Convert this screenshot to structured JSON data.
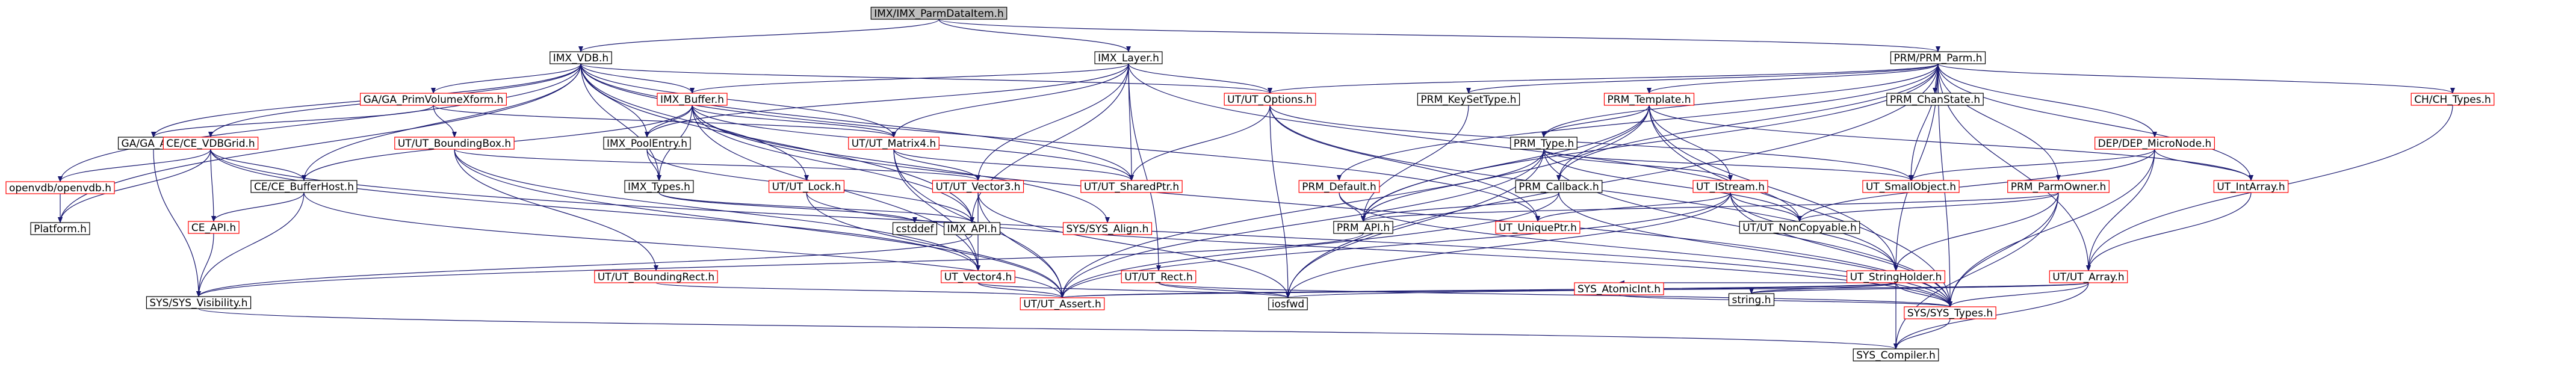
{
  "colors": {
    "root_fill": "#bfbfbf",
    "fill": "#ffffff",
    "border_documented": "#000000",
    "border_undocumented": "#ff0000",
    "text": "#000000",
    "edge": "#191970"
  },
  "nodes": [
    {
      "id": "root",
      "label": "IMX/IMX_ParmDataItem.h",
      "type": "root"
    },
    {
      "id": "vdb",
      "label": "IMX_VDB.h",
      "type": "doc"
    },
    {
      "id": "layer",
      "label": "IMX_Layer.h",
      "type": "doc"
    },
    {
      "id": "prm",
      "label": "PRM/PRM_Parm.h",
      "type": "doc"
    },
    {
      "id": "gavol",
      "label": "GA/GA_PrimVolumeXform.h",
      "type": "undoc"
    },
    {
      "id": "imxbuf",
      "label": "IMX_Buffer.h",
      "type": "undoc"
    },
    {
      "id": "utopt",
      "label": "UT/UT_Options.h",
      "type": "undoc"
    },
    {
      "id": "prmkey",
      "label": "PRM_KeySetType.h",
      "type": "doc"
    },
    {
      "id": "prmtpl",
      "label": "PRM_Template.h",
      "type": "undoc"
    },
    {
      "id": "prmchan",
      "label": "PRM_ChanState.h",
      "type": "doc"
    },
    {
      "id": "chtypes",
      "label": "CH/CH_Types.h",
      "type": "undoc"
    },
    {
      "id": "gaapi",
      "label": "GA/GA_API.h",
      "type": "doc"
    },
    {
      "id": "cevdb",
      "label": "CE/CE_VDBGrid.h",
      "type": "undoc"
    },
    {
      "id": "utbbox",
      "label": "UT/UT_BoundingBox.h",
      "type": "undoc"
    },
    {
      "id": "pool",
      "label": "IMX_PoolEntry.h",
      "type": "doc"
    },
    {
      "id": "utmat",
      "label": "UT/UT_Matrix4.h",
      "type": "undoc"
    },
    {
      "id": "prmtype",
      "label": "PRM_Type.h",
      "type": "doc"
    },
    {
      "id": "depmicro",
      "label": "DEP/DEP_MicroNode.h",
      "type": "undoc"
    },
    {
      "id": "cebufh",
      "label": "CE/CE_BufferHost.h",
      "type": "doc"
    },
    {
      "id": "openvdb",
      "label": "openvdb/openvdb.h",
      "type": "undoc"
    },
    {
      "id": "imxtypes",
      "label": "IMX_Types.h",
      "type": "doc"
    },
    {
      "id": "utlock",
      "label": "UT/UT_Lock.h",
      "type": "undoc"
    },
    {
      "id": "utvec3",
      "label": "UT/UT_Vector3.h",
      "type": "undoc"
    },
    {
      "id": "utshared",
      "label": "UT/UT_SharedPtr.h",
      "type": "undoc"
    },
    {
      "id": "prmdef",
      "label": "PRM_Default.h",
      "type": "undoc"
    },
    {
      "id": "prmcb",
      "label": "PRM_Callback.h",
      "type": "doc"
    },
    {
      "id": "utistream",
      "label": "UT_IStream.h",
      "type": "undoc"
    },
    {
      "id": "utsmall",
      "label": "UT_SmallObject.h",
      "type": "undoc"
    },
    {
      "id": "prmowner",
      "label": "PRM_ParmOwner.h",
      "type": "undoc"
    },
    {
      "id": "utintarr",
      "label": "UT_IntArray.h",
      "type": "undoc"
    },
    {
      "id": "platform",
      "label": "Platform.h",
      "type": "doc"
    },
    {
      "id": "ceapi",
      "label": "CE_API.h",
      "type": "undoc"
    },
    {
      "id": "sysalign",
      "label": "SYS/SYS_Align.h",
      "type": "undoc"
    },
    {
      "id": "cstddef",
      "label": "cstddef",
      "type": "doc"
    },
    {
      "id": "imxapi",
      "label": "IMX_API.h",
      "type": "doc"
    },
    {
      "id": "utvec4",
      "label": "UT_Vector4.h",
      "type": "undoc"
    },
    {
      "id": "utrect",
      "label": "UT/UT_Rect.h",
      "type": "undoc"
    },
    {
      "id": "prmapi",
      "label": "PRM_API.h",
      "type": "doc"
    },
    {
      "id": "utunique",
      "label": "UT_UniquePtr.h",
      "type": "undoc"
    },
    {
      "id": "utnoncopy",
      "label": "UT/UT_NonCopyable.h",
      "type": "doc"
    },
    {
      "id": "utstrh",
      "label": "UT_StringHolder.h",
      "type": "undoc"
    },
    {
      "id": "utarray",
      "label": "UT/UT_Array.h",
      "type": "undoc"
    },
    {
      "id": "utbrect",
      "label": "UT/UT_BoundingRect.h",
      "type": "undoc"
    },
    {
      "id": "sysvis",
      "label": "SYS/SYS_Visibility.h",
      "type": "doc"
    },
    {
      "id": "utassert",
      "label": "UT/UT_Assert.h",
      "type": "undoc"
    },
    {
      "id": "iosfwd",
      "label": "iosfwd",
      "type": "doc"
    },
    {
      "id": "sysatomic",
      "label": "SYS_AtomicInt.h",
      "type": "undoc"
    },
    {
      "id": "stringh",
      "label": "string.h",
      "type": "doc"
    },
    {
      "id": "systypes",
      "label": "SYS/SYS_Types.h",
      "type": "undoc"
    },
    {
      "id": "syscomp",
      "label": "SYS_Compiler.h",
      "type": "doc"
    }
  ],
  "edges": [
    [
      "root",
      "vdb"
    ],
    [
      "root",
      "layer"
    ],
    [
      "root",
      "prm"
    ],
    [
      "vdb",
      "gavol"
    ],
    [
      "vdb",
      "imxbuf"
    ],
    [
      "vdb",
      "utopt"
    ],
    [
      "vdb",
      "cevdb"
    ],
    [
      "vdb",
      "gaapi"
    ],
    [
      "vdb",
      "pool"
    ],
    [
      "vdb",
      "utmat"
    ],
    [
      "vdb",
      "utlock"
    ],
    [
      "vdb",
      "openvdb"
    ],
    [
      "vdb",
      "imxtypes"
    ],
    [
      "vdb",
      "utshared"
    ],
    [
      "vdb",
      "imxapi"
    ],
    [
      "vdb",
      "platform"
    ],
    [
      "vdb",
      "cebufh"
    ],
    [
      "vdb",
      "utunique"
    ],
    [
      "layer",
      "imxbuf"
    ],
    [
      "layer",
      "utopt"
    ],
    [
      "layer",
      "utmat"
    ],
    [
      "layer",
      "utvec3"
    ],
    [
      "layer",
      "utshared"
    ],
    [
      "layer",
      "utrect"
    ],
    [
      "layer",
      "imxapi"
    ],
    [
      "layer",
      "utnoncopy"
    ],
    [
      "layer",
      "pool"
    ],
    [
      "prm",
      "prmkey"
    ],
    [
      "prm",
      "prmtpl"
    ],
    [
      "prm",
      "prmchan"
    ],
    [
      "prm",
      "chtypes"
    ],
    [
      "prm",
      "depmicro"
    ],
    [
      "prm",
      "prmtype"
    ],
    [
      "prm",
      "prmdef"
    ],
    [
      "prm",
      "prmowner"
    ],
    [
      "prm",
      "utopt"
    ],
    [
      "prm",
      "prmapi"
    ],
    [
      "prm",
      "utsmall"
    ],
    [
      "prm",
      "utintarr"
    ],
    [
      "prm",
      "utstrh"
    ],
    [
      "prm",
      "utarray"
    ],
    [
      "prm",
      "systypes"
    ],
    [
      "prm",
      "iosfwd"
    ],
    [
      "prm",
      "prmcb"
    ],
    [
      "gavol",
      "gaapi"
    ],
    [
      "gavol",
      "utbbox"
    ],
    [
      "gavol",
      "utmat"
    ],
    [
      "imxbuf",
      "pool"
    ],
    [
      "imxbuf",
      "imxtypes"
    ],
    [
      "imxbuf",
      "cebufh"
    ],
    [
      "imxbuf",
      "utmat"
    ],
    [
      "imxbuf",
      "utshared"
    ],
    [
      "imxbuf",
      "utvec4"
    ],
    [
      "imxbuf",
      "sysalign"
    ],
    [
      "imxbuf",
      "imxapi"
    ],
    [
      "imxbuf",
      "systypes"
    ],
    [
      "utopt",
      "utshared"
    ],
    [
      "utopt",
      "utstrh"
    ],
    [
      "utopt",
      "iosfwd"
    ],
    [
      "utopt",
      "utsmall"
    ],
    [
      "utopt",
      "utunique"
    ],
    [
      "prmkey",
      "prmapi"
    ],
    [
      "prmtpl",
      "prmtype"
    ],
    [
      "prmtpl",
      "prmcb"
    ],
    [
      "prmtpl",
      "prmapi"
    ],
    [
      "prmtpl",
      "utistream"
    ],
    [
      "prmtpl",
      "utassert"
    ],
    [
      "prmtpl",
      "systypes"
    ],
    [
      "prmtpl",
      "utintarr"
    ],
    [
      "prmtpl",
      "utstrh"
    ],
    [
      "chtypes",
      "utarray"
    ],
    [
      "gaapi",
      "sysvis"
    ],
    [
      "cevdb",
      "openvdb"
    ],
    [
      "cevdb",
      "cebufh"
    ],
    [
      "cevdb",
      "ceapi"
    ],
    [
      "cevdb",
      "platform"
    ],
    [
      "cevdb",
      "utvec4"
    ],
    [
      "cevdb",
      "systypes"
    ],
    [
      "utbbox",
      "utvec3"
    ],
    [
      "utbbox",
      "utbrect"
    ],
    [
      "utbbox",
      "utassert"
    ],
    [
      "utbbox",
      "utvec4"
    ],
    [
      "pool",
      "imxtypes"
    ],
    [
      "pool",
      "imxapi"
    ],
    [
      "utmat",
      "utvec3"
    ],
    [
      "utmat",
      "utvec4"
    ],
    [
      "utmat",
      "utassert"
    ],
    [
      "utmat",
      "utshared"
    ],
    [
      "prmtype",
      "prmapi"
    ],
    [
      "prmtype",
      "utistream"
    ],
    [
      "prmtype",
      "systypes"
    ],
    [
      "prmtype",
      "utassert"
    ],
    [
      "prmtype",
      "iosfwd"
    ],
    [
      "prmtype",
      "utsmall"
    ],
    [
      "prmtype",
      "utnoncopy"
    ],
    [
      "depmicro",
      "utsmall"
    ],
    [
      "depmicro",
      "utintarr"
    ],
    [
      "depmicro",
      "utnoncopy"
    ],
    [
      "depmicro",
      "utarray"
    ],
    [
      "depmicro",
      "systypes"
    ],
    [
      "cebufh",
      "ceapi"
    ],
    [
      "cebufh",
      "sysvis"
    ],
    [
      "cebufh",
      "utassert"
    ],
    [
      "openvdb",
      "platform"
    ],
    [
      "imxtypes",
      "cstddef"
    ],
    [
      "imxtypes",
      "imxapi"
    ],
    [
      "utlock",
      "utassert"
    ],
    [
      "utlock",
      "systypes"
    ],
    [
      "utvec3",
      "utvec4"
    ],
    [
      "utvec3",
      "utassert"
    ],
    [
      "utvec3",
      "iosfwd"
    ],
    [
      "prmdef",
      "prmapi"
    ],
    [
      "prmdef",
      "systypes"
    ],
    [
      "prmcb",
      "prmapi"
    ],
    [
      "prmcb",
      "utassert"
    ],
    [
      "prmcb",
      "systypes"
    ],
    [
      "utistream",
      "utunique"
    ],
    [
      "utistream",
      "utnoncopy"
    ],
    [
      "utistream",
      "utassert"
    ],
    [
      "utistream",
      "iosfwd"
    ],
    [
      "utistream",
      "systypes"
    ],
    [
      "utistream",
      "utstrh"
    ],
    [
      "prmowner",
      "prmapi"
    ],
    [
      "prmowner",
      "utnoncopy"
    ],
    [
      "prmowner",
      "utstrh"
    ],
    [
      "prmowner",
      "systypes"
    ],
    [
      "prmowner",
      "syscomp"
    ],
    [
      "utintarr",
      "utarray"
    ],
    [
      "ceapi",
      "sysvis"
    ],
    [
      "imxapi",
      "sysvis"
    ],
    [
      "utvec4",
      "utassert"
    ],
    [
      "utvec4",
      "iosfwd"
    ],
    [
      "utrect",
      "systypes"
    ],
    [
      "utrect",
      "iosfwd"
    ],
    [
      "prmapi",
      "sysvis"
    ],
    [
      "utstrh",
      "sysatomic"
    ],
    [
      "utstrh",
      "stringh"
    ],
    [
      "utstrh",
      "systypes"
    ],
    [
      "utstrh",
      "syscomp"
    ],
    [
      "utstrh",
      "utassert"
    ],
    [
      "utstrh",
      "iosfwd"
    ],
    [
      "utarray",
      "stringh"
    ],
    [
      "utarray",
      "systypes"
    ],
    [
      "utarray",
      "utassert"
    ],
    [
      "utarray",
      "syscomp"
    ],
    [
      "utbrect",
      "utassert"
    ],
    [
      "sysvis",
      "syscomp"
    ],
    [
      "sysatomic",
      "systypes"
    ],
    [
      "systypes",
      "syscomp"
    ]
  ]
}
